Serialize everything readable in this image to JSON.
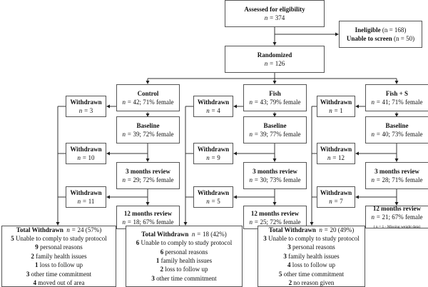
{
  "assessed": {
    "title": "Assessed for eligibility",
    "n": "374"
  },
  "excluded": {
    "ineligible_label": "Ineligible",
    "ineligible_n": "(n = 168)",
    "unable_label": "Unable to screen",
    "unable_n": "(n = 50)"
  },
  "randomized": {
    "title": "Randomized",
    "n": "126"
  },
  "arms": [
    {
      "name": "Control",
      "info": "42; 71% female",
      "withdrawn": [
        "3",
        "10",
        "11"
      ],
      "baseline": "39; 72% female",
      "m3": "29; 72% female",
      "m12": "18; 67% female",
      "total": {
        "n": "24 (57%)",
        "reasons": [
          [
            "5",
            "Unable to comply to study protocol"
          ],
          [
            "9",
            "personal reasons"
          ],
          [
            "2",
            "family health issues"
          ],
          [
            "1",
            "loss to follow up"
          ],
          [
            "3",
            "other time commitment"
          ],
          [
            "4",
            "moved out of area"
          ]
        ]
      }
    },
    {
      "name": "Fish",
      "info": "43; 79% female",
      "withdrawn": [
        "4",
        "9",
        "5"
      ],
      "baseline": "39; 77% female",
      "m3": "30; 73% female",
      "m12": "25; 72% female",
      "total": {
        "n": "18 (42%)",
        "reasons": [
          [
            "6",
            "Unable to comply to study protocol"
          ],
          [
            "6",
            "personal reasons"
          ],
          [
            "1",
            "family health issues"
          ],
          [
            "2",
            "loss to follow up"
          ],
          [
            "3",
            "other time commitment"
          ]
        ]
      }
    },
    {
      "name": "Fish + S",
      "info": "41; 71% female",
      "withdrawn": [
        "1",
        "12",
        "7"
      ],
      "baseline": "40; 73% female",
      "m3": "28; 71% female",
      "m12": "21; 67% female",
      "m12_note": "( n = 1 - Missing weight data)",
      "total": {
        "n": "20 (49%)",
        "reasons": [
          [
            "3",
            "Unable to comply to study protocol"
          ],
          [
            "3",
            "personal reasons"
          ],
          [
            "3",
            "family health issues"
          ],
          [
            "4",
            "loss to follow up"
          ],
          [
            "5",
            "other time commitment"
          ],
          [
            "2",
            "no reason given"
          ]
        ]
      }
    }
  ],
  "labels": {
    "withdrawn": "Withdrawn",
    "baseline": "Baseline",
    "m3": "3 months review",
    "m12": "12 months review",
    "total": "Total Withdrawn",
    "n_prefix": "n = "
  }
}
